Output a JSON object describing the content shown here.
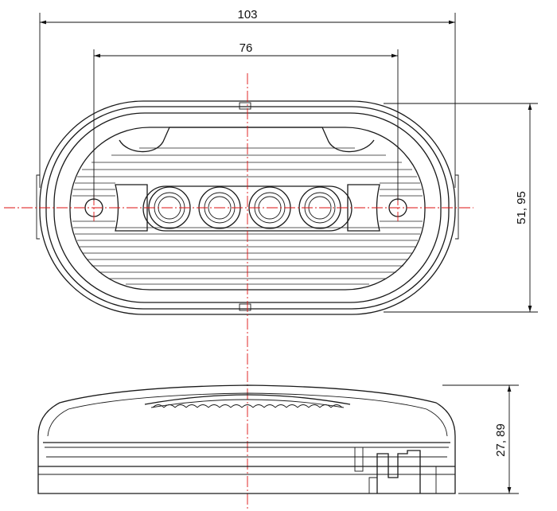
{
  "dimensions": {
    "overall_width": "103",
    "hole_spacing": "76",
    "overall_height": "51, 95",
    "depth": "27, 89"
  },
  "led_count": 4
}
